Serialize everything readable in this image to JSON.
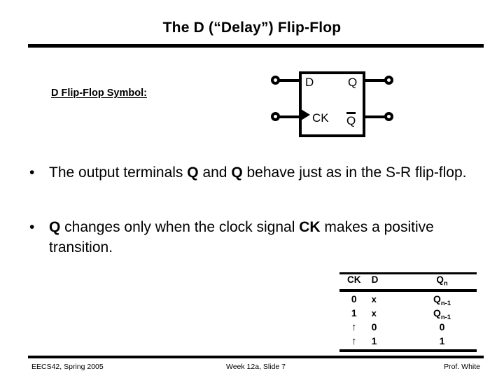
{
  "slide": {
    "title": "The D (“Delay”) Flip-Flop",
    "footer": {
      "left": "EECS42, Spring 2005",
      "center": "Week 12a, Slide 7",
      "right": "Prof. White"
    }
  },
  "symbol_section": {
    "label_text": "D Flip-Flop Symbol",
    "label_colon": ":",
    "diagram": {
      "input_d": "D",
      "input_ck": "CK",
      "output_q": "Q",
      "output_qbar": "Q",
      "clock_marker": "triangle"
    }
  },
  "bullets": [
    {
      "marker": "•",
      "parts": [
        {
          "text": "The output terminals ",
          "bold": false
        },
        {
          "text": "Q",
          "bold": true
        },
        {
          "text": " and ",
          "bold": false
        },
        {
          "text": "Q",
          "bold": true
        },
        {
          "text": " behave just as in the S-R flip-flop.",
          "bold": false
        }
      ],
      "plain": "The output terminals Q and Q behave just as in the S-R flip-flop."
    },
    {
      "marker": "•",
      "parts": [
        {
          "text": "Q",
          "bold": true
        },
        {
          "text": " changes only when the clock signal ",
          "bold": false
        },
        {
          "text": "CK",
          "bold": true
        },
        {
          "text": " makes a positive transition.",
          "bold": false
        }
      ],
      "plain": "Q changes only when the clock signal CK makes a positive transition."
    }
  ],
  "truth_table": {
    "headers": {
      "ck": "CK",
      "d": "D",
      "q": "Q",
      "q_sub": "n"
    },
    "rows": [
      {
        "ck": "0",
        "d": "x",
        "q": "Q",
        "q_sub": "n-1"
      },
      {
        "ck": "1",
        "d": "x",
        "q": "Q",
        "q_sub": "n-1"
      },
      {
        "ck": "↑",
        "d": "0",
        "q": "0",
        "q_sub": ""
      },
      {
        "ck": "↑",
        "d": "1",
        "q": "1",
        "q_sub": ""
      }
    ]
  },
  "colors": {
    "ink": "#000000",
    "background": "#ffffff"
  }
}
